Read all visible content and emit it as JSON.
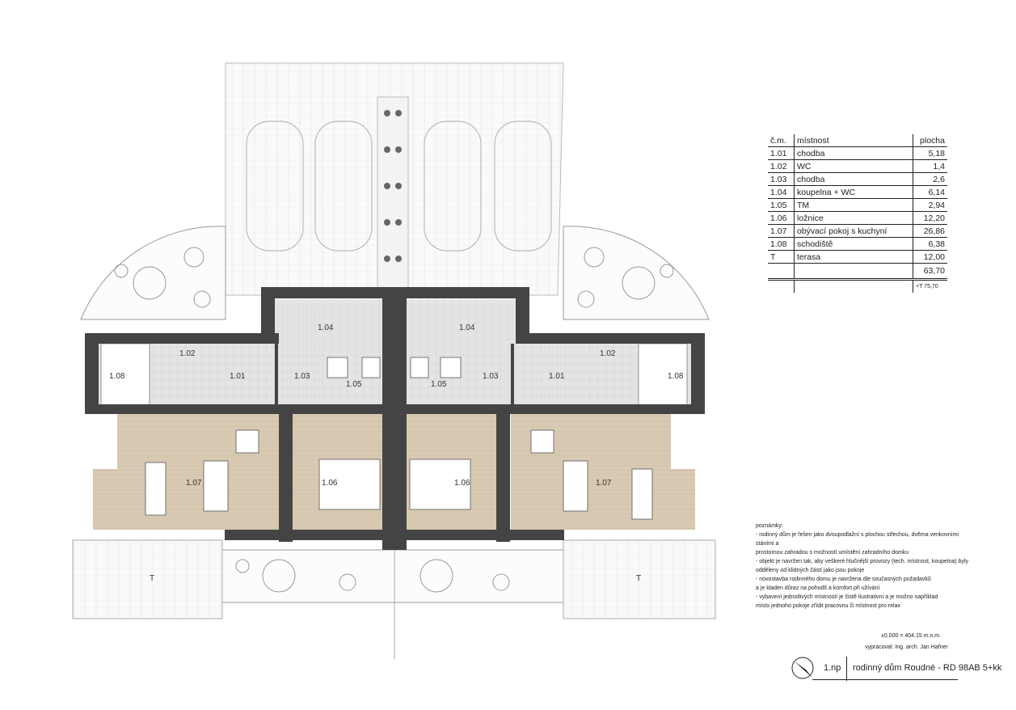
{
  "legend": {
    "headers": [
      "č.m.",
      "místnost",
      "plocha"
    ],
    "rows": [
      {
        "no": "1.01",
        "name": "chodba",
        "area": "5,18"
      },
      {
        "no": "1.02",
        "name": "WC",
        "area": "1,4"
      },
      {
        "no": "1.03",
        "name": "chodba",
        "area": "2,6"
      },
      {
        "no": "1.04",
        "name": "koupelna + WC",
        "area": "6,14"
      },
      {
        "no": "1.05",
        "name": "TM",
        "area": "2,94"
      },
      {
        "no": "1.06",
        "name": "ložnice",
        "area": "12,20"
      },
      {
        "no": "1.07",
        "name": "obývací pokoj s kuchyní",
        "area": "26,86"
      },
      {
        "no": "1.08",
        "name": "schodiště",
        "area": "6,38"
      },
      {
        "no": "T",
        "name": "terasa",
        "area": "12,00"
      }
    ],
    "sum": "63,70",
    "total": "+T   75,70"
  },
  "plan": {
    "labels": {
      "r101": "1.01",
      "r102": "1.02",
      "r103": "1.03",
      "r104": "1.04",
      "r105": "1.05",
      "r106": "1.06",
      "r107": "1.07",
      "r108": "1.08",
      "terrace": "T"
    }
  },
  "notes": {
    "title": "poznámky:",
    "lines": [
      "- rodinný dům je řešen jako dvoupodlažní s plochou střechou, dvěma venkovními stáními a",
      "prostornou zahradou s možností umístění zahradního domku",
      "- objekt je navržen tak, aby veškeré hlučnější provozy (tech. místnost, koupelna) byly",
      "odděleny od klidných částí jako jsou pokoje",
      "- novostavba rodinného domu je navržena dle současných požadavků",
      "a je kladen důraz na pohodlí a komfort při užívání",
      "- vybavení jednotlivých místností je čistě ilustrativní a je možno například",
      "místo jednoho pokoje zřídit pracovnu či místnost pro relax"
    ],
    "elevation": "±0.000 = 404.15 m.n.m.",
    "author": "vypracoval: Ing. arch. Jan Hafner"
  },
  "titleblock": {
    "floor": "1.np",
    "title": "rodinný dům Roudné - RD 98AB 5+kk"
  }
}
